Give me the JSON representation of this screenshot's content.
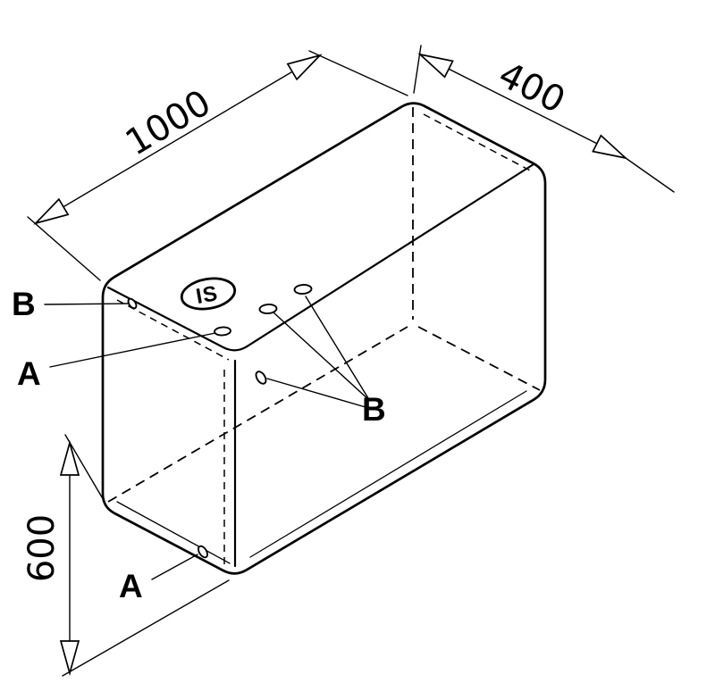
{
  "page": {
    "background": "#ffffff"
  },
  "drawing": {
    "colors": {
      "line": "#000000"
    },
    "dimensions": {
      "length": "1000",
      "width": "400",
      "height": "600"
    },
    "labels": {
      "b_top": "B",
      "a_left": "A",
      "b_middle": "B",
      "a_bottom": "A"
    },
    "logo": {
      "text": "IS"
    }
  }
}
